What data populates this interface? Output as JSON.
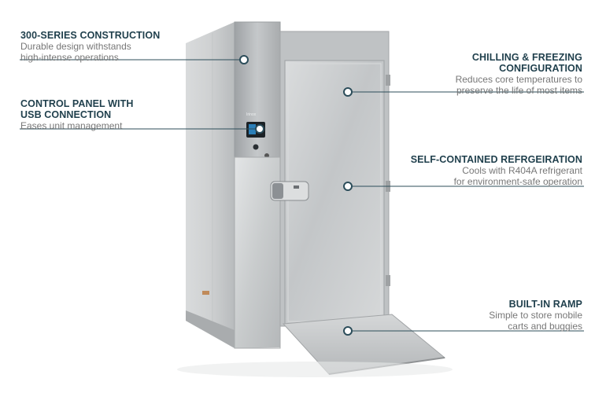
{
  "brand": {
    "logo_text": "Irinox"
  },
  "features": [
    {
      "title": "300-SERIES CONSTRUCTION",
      "desc_lines": [
        "Durable design withstands",
        "high-intense operations"
      ]
    },
    {
      "title_lines": [
        "CONTROL PANEL WITH",
        "USB CONNECTION"
      ],
      "desc_lines": [
        "Eases unit management"
      ]
    },
    {
      "title_lines": [
        "CHILLING & FREEZING",
        "CONFIGURATION"
      ],
      "desc_lines": [
        "Reduces core temperatures to",
        "preserve the life of most items"
      ]
    },
    {
      "title": "SELF-CONTAINED REFRGEIRATION",
      "desc_lines": [
        "Cools with R404A refrigerant",
        "for environment-safe operation"
      ]
    },
    {
      "title": "BUILT-IN RAMP",
      "desc_lines": [
        "Simple to store mobile",
        "carts and buggies"
      ]
    }
  ],
  "colors": {
    "accent": "#1f3f4c",
    "text_muted": "#777777",
    "steel": "#c9ccce"
  }
}
